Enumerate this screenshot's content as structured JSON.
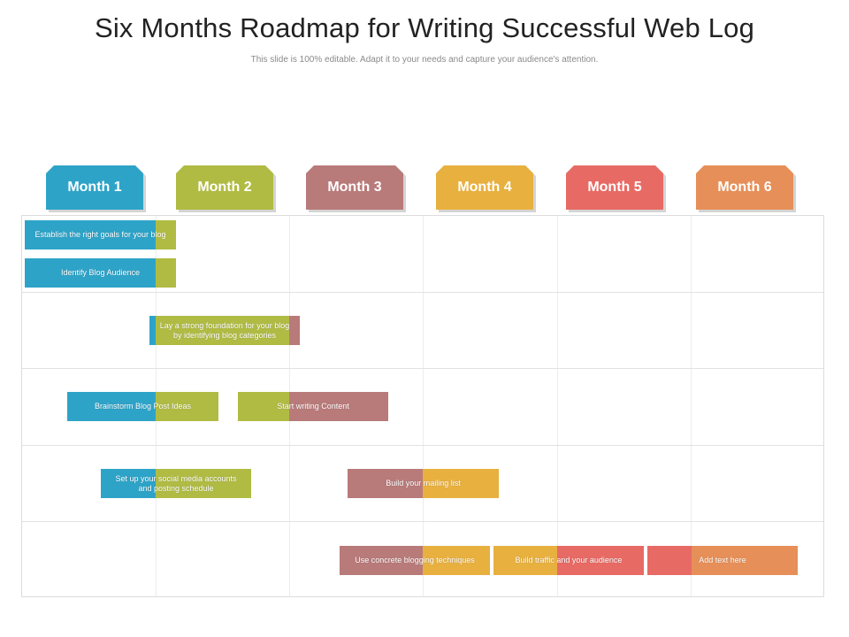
{
  "title": "Six Months Roadmap for Writing Successful Web Log",
  "subtitle": "This slide is 100% editable. Adapt it to your needs and capture your audience's attention.",
  "colors": {
    "blue": "#2ea3c8",
    "green": "#b0bb43",
    "mauve": "#b97a7a",
    "yellow": "#e8b03f",
    "salmon": "#e86a64",
    "orange": "#e68f58"
  },
  "months": [
    {
      "label": "Month 1"
    },
    {
      "label": "Month 2"
    },
    {
      "label": "Month 3"
    },
    {
      "label": "Month 4"
    },
    {
      "label": "Month 5"
    },
    {
      "label": "Month 6"
    }
  ],
  "tasks": [
    {
      "label": "Establish the right goals  for your blog",
      "row": 0,
      "lane": 0
    },
    {
      "label": "Identify Blog Audience",
      "row": 0,
      "lane": 1
    },
    {
      "label": "Lay a strong foundation for your blog by identifying blog categories",
      "row": 1,
      "lane": 0
    },
    {
      "label": "Brainstorm Blog Post Ideas",
      "row": 2,
      "lane": 0
    },
    {
      "label": "Start writing  Content",
      "row": 2,
      "lane": 0
    },
    {
      "label": "Set up your social media accounts and posting schedule",
      "row": 3,
      "lane": 0
    },
    {
      "label": "Build your mailing list",
      "row": 3,
      "lane": 0
    },
    {
      "label": "Use concrete blogging techniques",
      "row": 4,
      "lane": 0
    },
    {
      "label": "Build traffic and your audience",
      "row": 4,
      "lane": 0
    },
    {
      "label": "Add text here",
      "row": 4,
      "lane": 0
    }
  ]
}
